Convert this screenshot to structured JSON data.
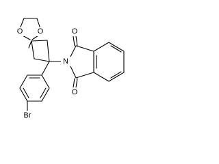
{
  "diagram": {
    "type": "chemical-structure",
    "atom_labels": {
      "o_dioxolane_top": "O",
      "o_dioxolane_bottom": "O",
      "n_imide": "N",
      "o_carbonyl_top": "O",
      "o_carbonyl_bottom": "O",
      "br": "Br"
    },
    "colors": {
      "bond": "#000000",
      "label": "#000000",
      "background": "#ffffff"
    }
  }
}
